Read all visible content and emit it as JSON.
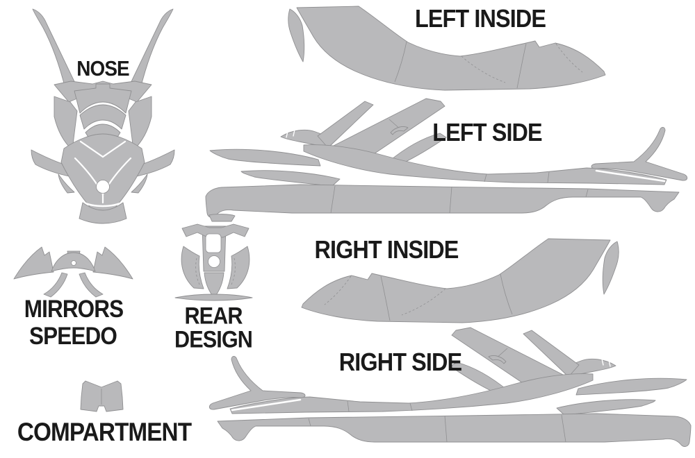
{
  "labels": {
    "nose": "NOSE",
    "left_inside": "LEFT INSIDE",
    "left_side": "LEFT SIDE",
    "mirrors": "MIRRORS",
    "speedo": "SPEEDO",
    "rear": "REAR",
    "design": "DESIGN",
    "right_inside": "RIGHT INSIDE",
    "right_side": "RIGHT SIDE",
    "compartment": "COMPARTMENT"
  },
  "pieces": [
    {
      "name": "nose",
      "label": "NOSE"
    },
    {
      "name": "left-inside",
      "label": "LEFT INSIDE"
    },
    {
      "name": "left-side",
      "label": "LEFT SIDE"
    },
    {
      "name": "mirrors-speedo",
      "label": "MIRRORS SPEEDO"
    },
    {
      "name": "rear-design",
      "label": "REAR DESIGN"
    },
    {
      "name": "right-inside",
      "label": "RIGHT INSIDE"
    },
    {
      "name": "right-side",
      "label": "RIGHT SIDE"
    },
    {
      "name": "compartment",
      "label": "COMPARTMENT"
    }
  ],
  "colors": {
    "background": "#ffffff",
    "shape_fill": "#b9b9bb",
    "shape_outline": "#8f8f91",
    "label_text": "#1a1a1a"
  }
}
